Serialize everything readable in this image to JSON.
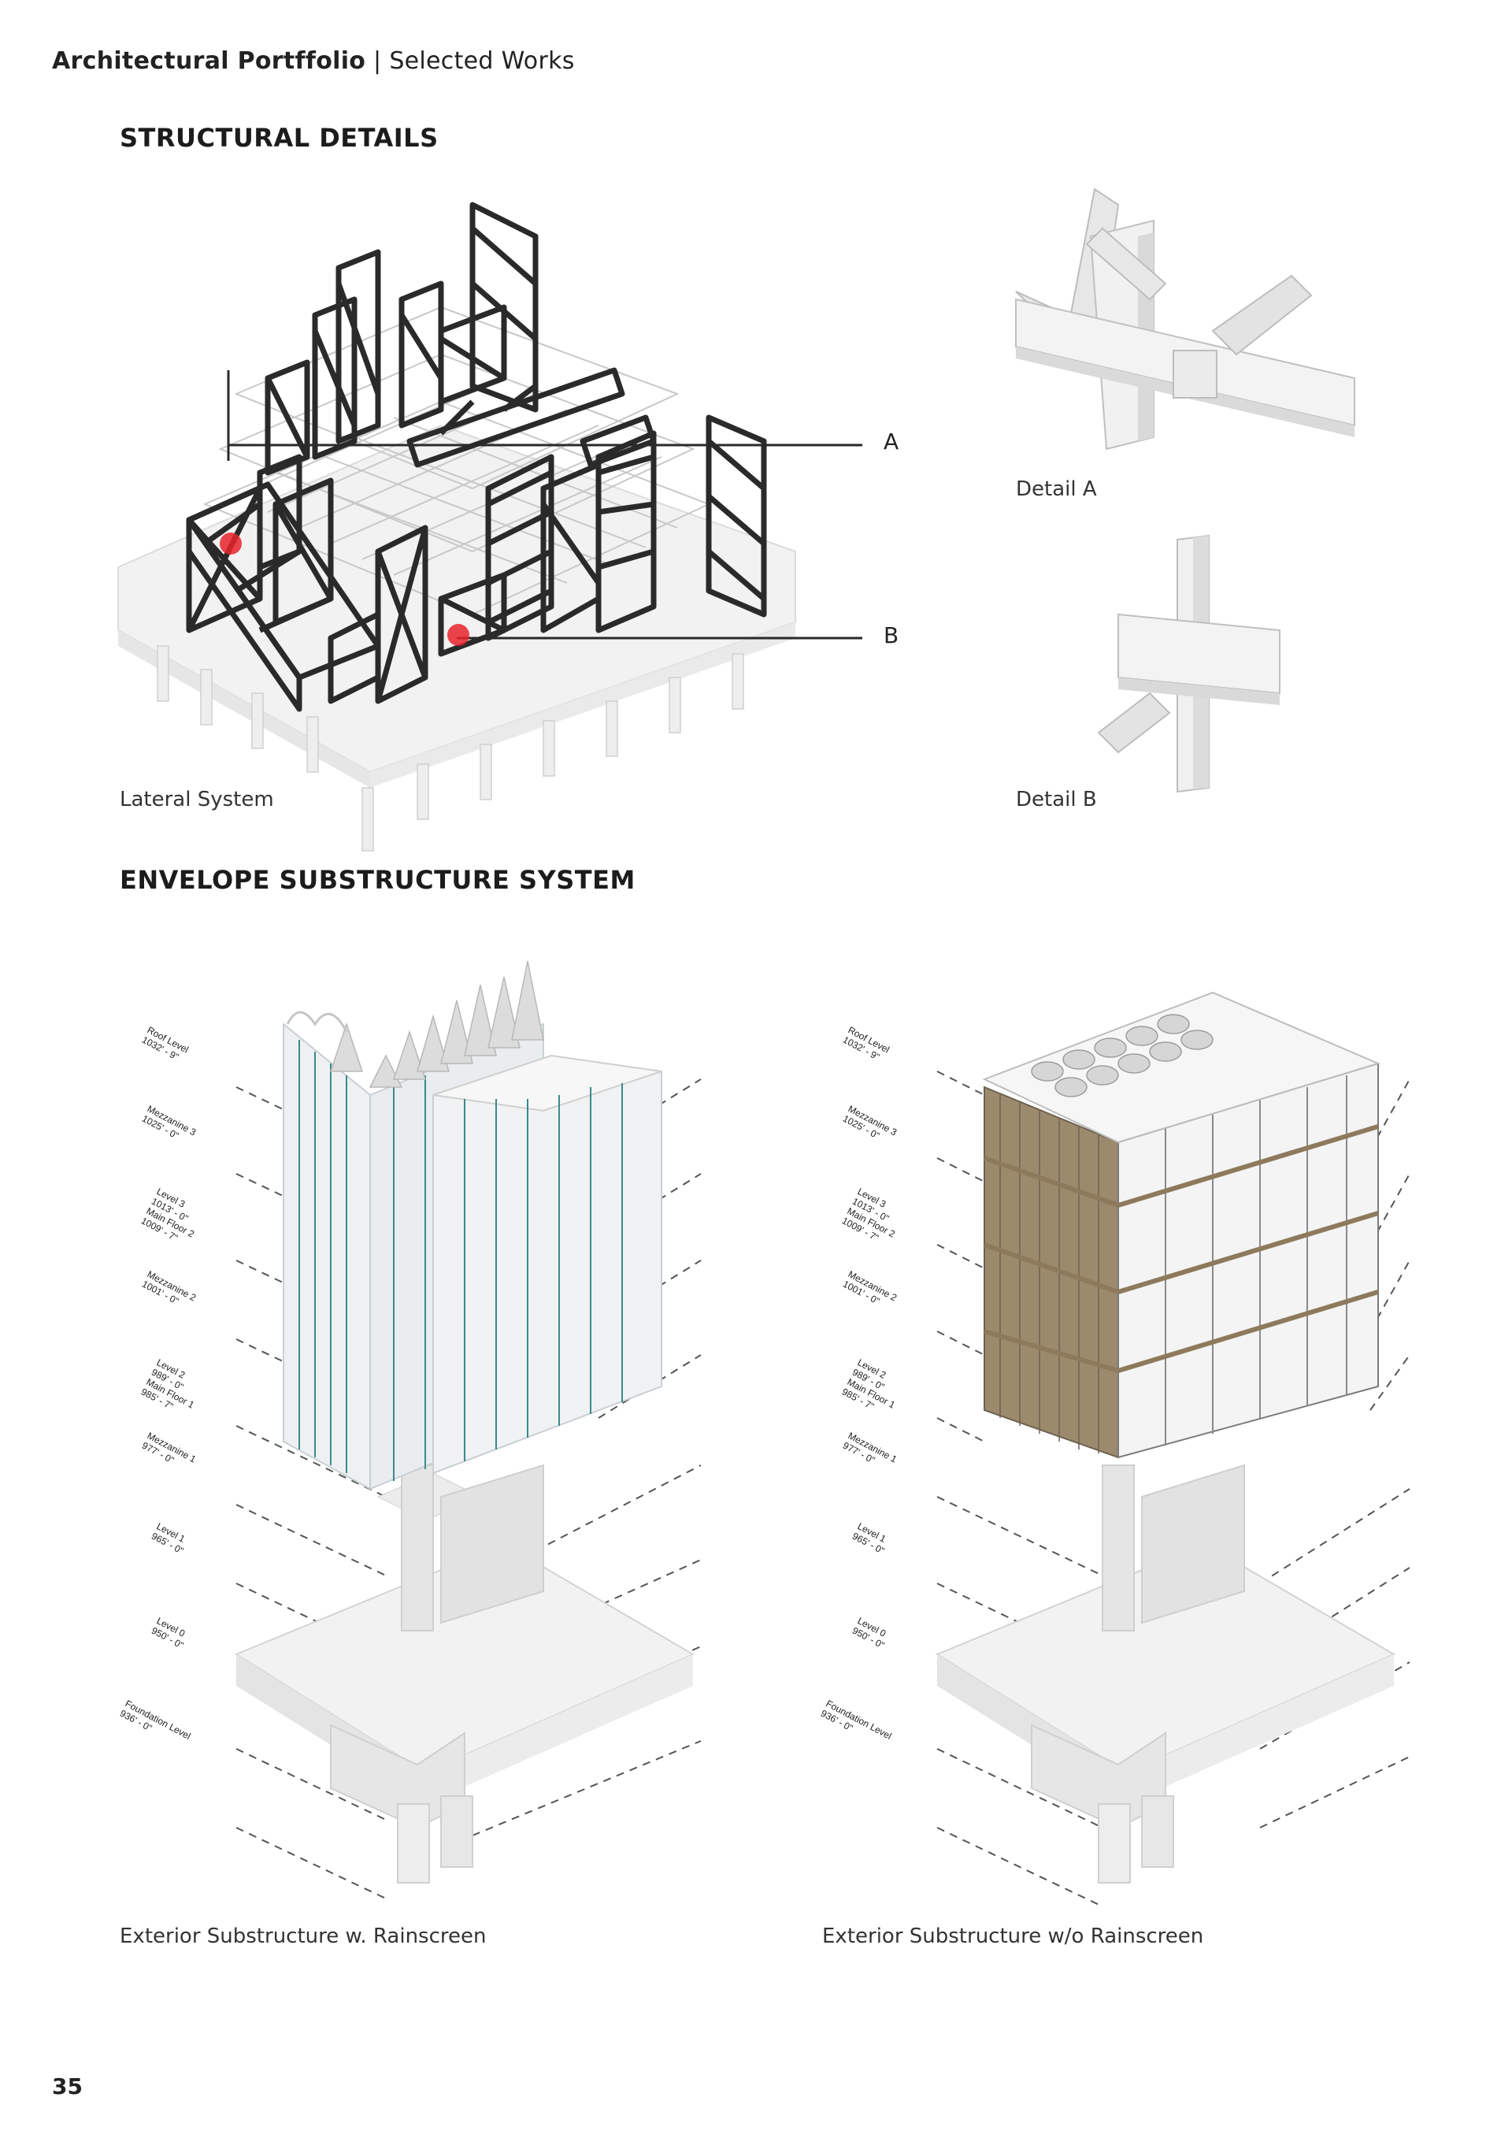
{
  "header": {
    "title_bold": "Architectural Portffolio",
    "separator": "|",
    "title_rest": "Selected Works"
  },
  "sections": {
    "structural": {
      "heading": "STRUCTURAL DETAILS",
      "callouts": [
        "A",
        "B"
      ],
      "captions": {
        "lateral": "Lateral System",
        "detail_a": "Detail A",
        "detail_b": "Detail B"
      }
    },
    "envelope": {
      "heading": "ENVELOPE SUBSTRUCTURE SYSTEM",
      "captions": {
        "with_rainscreen": "Exterior Substructure w. Rainscreen",
        "without_rainscreen": "Exterior Substructure w/o Rainscreen"
      },
      "levels": [
        {
          "name": "Roof Level",
          "elev": "1032' - 9\""
        },
        {
          "name": "Mezzanine 3",
          "elev": "1025' - 0\""
        },
        {
          "name": "Level 3",
          "elev": "1013' - 0\"",
          "name2": "Main Floor 2",
          "elev2": "1009' - 7\""
        },
        {
          "name": "Mezzanine 2",
          "elev": "1001' - 0\""
        },
        {
          "name": "Level 2",
          "elev": "989' - 0\"",
          "name2": "Main Floor 1",
          "elev2": "985' - 7\""
        },
        {
          "name": "Mezzanine 1",
          "elev": "977' - 0\""
        },
        {
          "name": "Level 1",
          "elev": "965' - 0\""
        },
        {
          "name": "Level 0",
          "elev": "950' - 0\""
        },
        {
          "name": "Foundation Level",
          "elev": "936' - 0\""
        }
      ]
    }
  },
  "page_number": "35",
  "colors": {
    "highlight": "#e8252b",
    "frame": "#2a2a2a",
    "panel": "#e9edef",
    "joint": "#3a8a8a",
    "wood": "#8d7a5c"
  }
}
